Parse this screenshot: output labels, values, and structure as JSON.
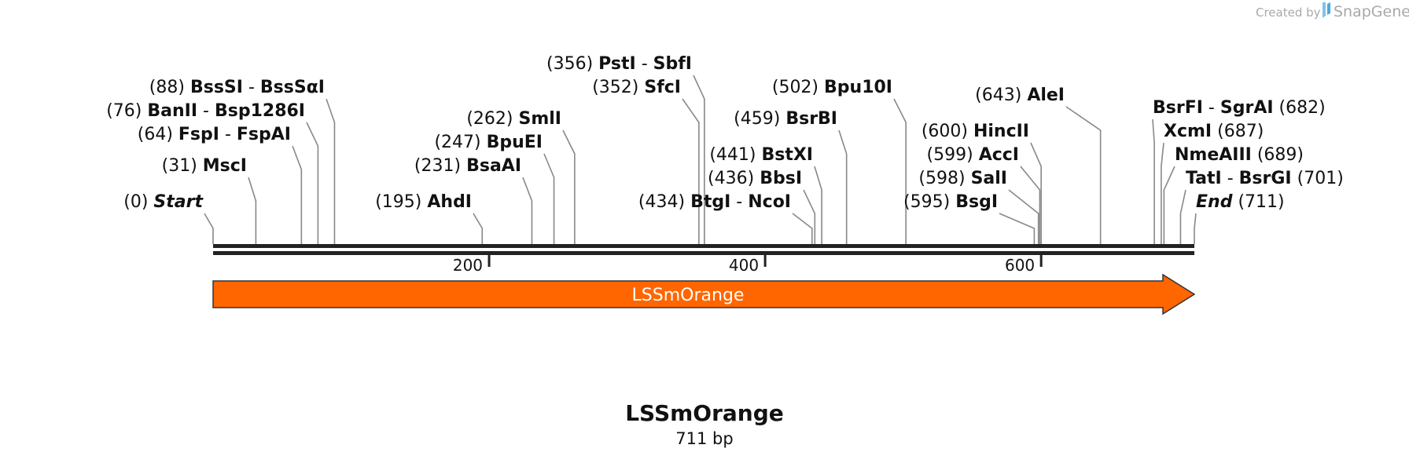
{
  "credit": {
    "created_by": "Created by",
    "brand": "SnapGene"
  },
  "sequence": {
    "name": "LSSmOrange",
    "length_label": "711 bp",
    "length": 711
  },
  "colors": {
    "feature": "#ff6600",
    "feature_border": "#333333",
    "backbone": "#222222",
    "leader": "#888888",
    "text": "#111111"
  },
  "ruler_ticks": [
    {
      "pos": 200,
      "label": "200"
    },
    {
      "pos": 400,
      "label": "400"
    },
    {
      "pos": 600,
      "label": "600"
    }
  ],
  "feature": {
    "name": "LSSmOrange",
    "start": 0,
    "end": 711,
    "direction": "forward"
  },
  "sites": [
    {
      "pos": 0,
      "pos_label": "(0)",
      "name": "Start",
      "style": "italic",
      "side": "left"
    },
    {
      "pos": 31,
      "pos_label": "(31)",
      "name": "MscI",
      "side": "left"
    },
    {
      "pos": 64,
      "pos_label": "(64)",
      "name": "FspI",
      "name2": "FspAI",
      "side": "left"
    },
    {
      "pos": 76,
      "pos_label": "(76)",
      "name": "BanII",
      "name2": "Bsp1286I",
      "side": "left"
    },
    {
      "pos": 88,
      "pos_label": "(88)",
      "name": "BssSI",
      "name2": "BssSαI",
      "side": "left"
    },
    {
      "pos": 195,
      "pos_label": "(195)",
      "name": "AhdI",
      "side": "left"
    },
    {
      "pos": 231,
      "pos_label": "(231)",
      "name": "BsaAI",
      "side": "left"
    },
    {
      "pos": 247,
      "pos_label": "(247)",
      "name": "BpuEI",
      "side": "left"
    },
    {
      "pos": 262,
      "pos_label": "(262)",
      "name": "SmlI",
      "side": "left"
    },
    {
      "pos": 352,
      "pos_label": "(352)",
      "name": "SfcI",
      "side": "left"
    },
    {
      "pos": 356,
      "pos_label": "(356)",
      "name": "PstI",
      "name2": "SbfI",
      "side": "left"
    },
    {
      "pos": 434,
      "pos_label": "(434)",
      "name": "BtgI",
      "name2": "NcoI",
      "side": "left"
    },
    {
      "pos": 436,
      "pos_label": "(436)",
      "name": "BbsI",
      "side": "left"
    },
    {
      "pos": 441,
      "pos_label": "(441)",
      "name": "BstXI",
      "side": "left"
    },
    {
      "pos": 459,
      "pos_label": "(459)",
      "name": "BsrBI",
      "side": "left"
    },
    {
      "pos": 502,
      "pos_label": "(502)",
      "name": "Bpu10I",
      "side": "left"
    },
    {
      "pos": 595,
      "pos_label": "(595)",
      "name": "BsgI",
      "side": "left"
    },
    {
      "pos": 598,
      "pos_label": "(598)",
      "name": "SalI",
      "side": "left"
    },
    {
      "pos": 599,
      "pos_label": "(599)",
      "name": "AccI",
      "side": "left"
    },
    {
      "pos": 600,
      "pos_label": "(600)",
      "name": "HincII",
      "side": "left"
    },
    {
      "pos": 643,
      "pos_label": "(643)",
      "name": "AleI",
      "side": "left"
    },
    {
      "pos": 682,
      "pos_label": "(682)",
      "name": "BsrFI",
      "name2": "SgrAI",
      "side": "right"
    },
    {
      "pos": 687,
      "pos_label": "(687)",
      "name": "XcmI",
      "side": "right"
    },
    {
      "pos": 689,
      "pos_label": "(689)",
      "name": "NmeAIII",
      "side": "right"
    },
    {
      "pos": 701,
      "pos_label": "(701)",
      "name": "TatI",
      "name2": "BsrGI",
      "side": "right"
    },
    {
      "pos": 711,
      "pos_label": "(711)",
      "name": "End",
      "style": "italic",
      "side": "right"
    }
  ]
}
